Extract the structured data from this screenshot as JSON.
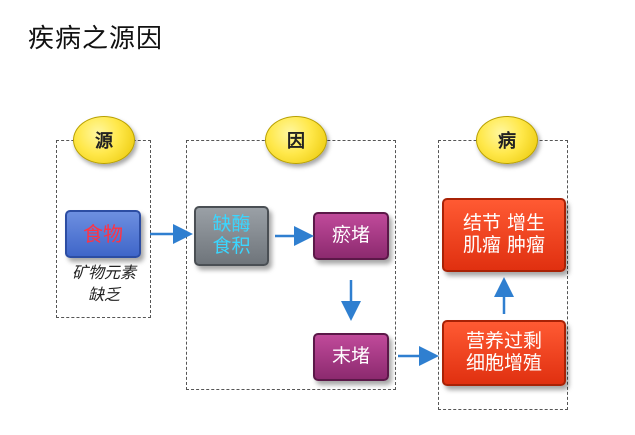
{
  "title": "疾病之源因",
  "columns": [
    {
      "label": "源"
    },
    {
      "label": "因"
    },
    {
      "label": "病"
    }
  ],
  "nodes": {
    "food": {
      "text": "食物"
    },
    "deficiency": {
      "line1": "缺酶",
      "line2": "食积"
    },
    "stasis": {
      "text": "瘀堵"
    },
    "terminal_block": {
      "text": "末堵"
    },
    "overnutrition": {
      "line1": "营养过剩",
      "line2": "细胞增殖"
    },
    "disease": {
      "line1": "结节 增生",
      "line2": "肌瘤 肿瘤"
    }
  },
  "note": {
    "line1": "矿物元素",
    "line2": "缺乏"
  },
  "colors": {
    "arrow": "#2f7fd0",
    "circle": "#ffe84a",
    "blue_box": "#4f74d4",
    "gray_box": "#80868c",
    "purple_box": "#a63a85",
    "red_box": "#f04420"
  }
}
